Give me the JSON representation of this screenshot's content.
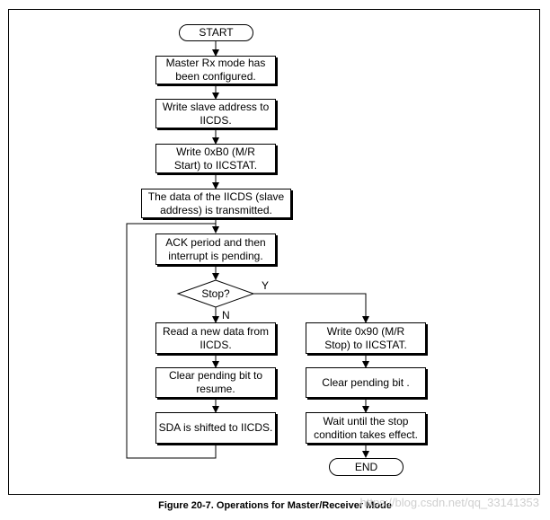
{
  "diagram": {
    "start": "START",
    "end": "END",
    "steps": {
      "configured": "Master Rx mode has\nbeen configured.",
      "write_addr": "Write slave address to\nIICDS.",
      "write_start": "Write 0xB0 (M/R\nStart) to IICSTAT.",
      "transmitted": "The data of the IICDS (slave\naddress) is transmitted.",
      "ack": "ACK period and then\ninterrupt is pending.",
      "decision": "Stop?",
      "read": "Read a new data from\nIICDS.",
      "clear_resume": "Clear pending bit to\nresume.",
      "shift": "SDA is shifted to IICDS.",
      "write_stop": "Write 0x90 (M/R\nStop) to IICSTAT.",
      "clear": "Clear pending bit .",
      "wait": "Wait until the stop\ncondition takes effect."
    },
    "labels": {
      "yes": "Y",
      "no": "N"
    }
  },
  "caption": "Figure 20-7. Operations for Master/Receiver Mode",
  "watermark": "https://blog.csdn.net/qq_33141353"
}
